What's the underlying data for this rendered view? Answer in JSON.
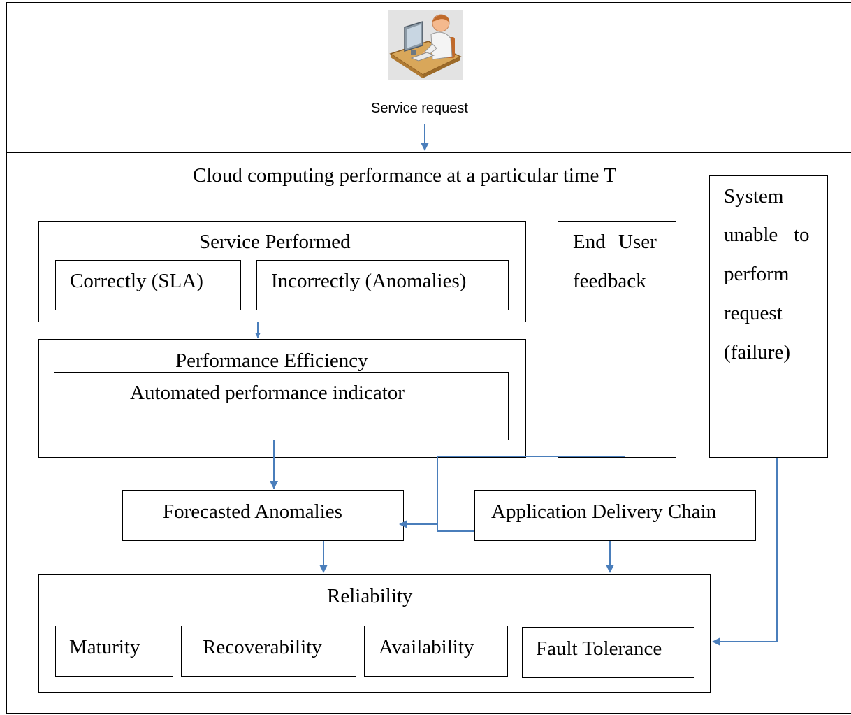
{
  "top": {
    "icon": "user-at-computer-icon",
    "service_request": "Service request"
  },
  "main": {
    "title": "Cloud computing performance at a particular time T",
    "service_performed": {
      "title": "Service Performed",
      "correctly": "Correctly (SLA)",
      "incorrectly": "Incorrectly (Anomalies)"
    },
    "performance_efficiency": {
      "title": "Performance Efficiency",
      "indicator": "Automated performance indicator"
    },
    "end_user_feedback": [
      "End",
      "User",
      "feedback"
    ],
    "system_unable": [
      "System",
      "unable",
      "to",
      "perform",
      "request",
      "(failure)"
    ],
    "forecasted_anomalies": "Forecasted Anomalies",
    "application_delivery_chain": "Application Delivery Chain",
    "reliability": {
      "title": "Reliability",
      "items": [
        "Maturity",
        "Recoverability",
        "Availability",
        "Fault Tolerance"
      ]
    }
  },
  "colors": {
    "arrow": "#4a7ebb",
    "border": "#000000"
  }
}
